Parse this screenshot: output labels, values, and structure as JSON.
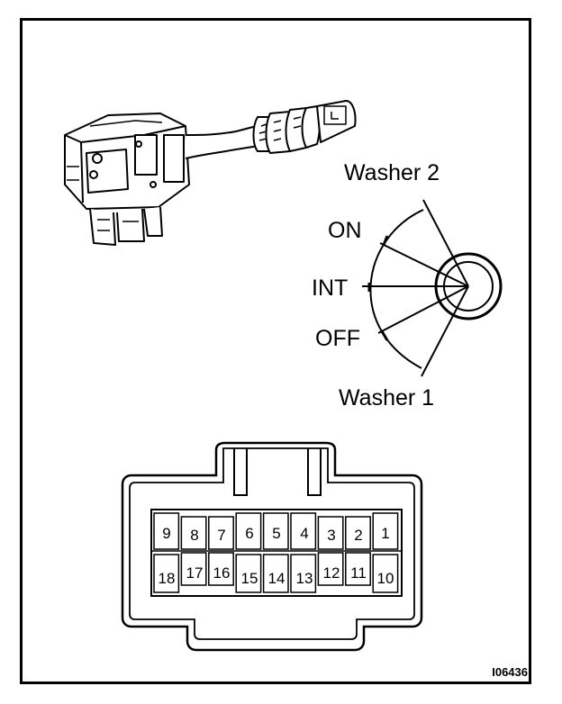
{
  "switch_positions": {
    "washer2": "Washer 2",
    "on": "ON",
    "int": "INT",
    "off": "OFF",
    "washer1": "Washer 1"
  },
  "connector": {
    "top_row": [
      "9",
      "8",
      "7",
      "6",
      "5",
      "4",
      "3",
      "2",
      "1"
    ],
    "bottom_row": [
      "18",
      "17",
      "16",
      "15",
      "14",
      "13",
      "12",
      "11",
      "10"
    ]
  },
  "figure_id": "I06436"
}
